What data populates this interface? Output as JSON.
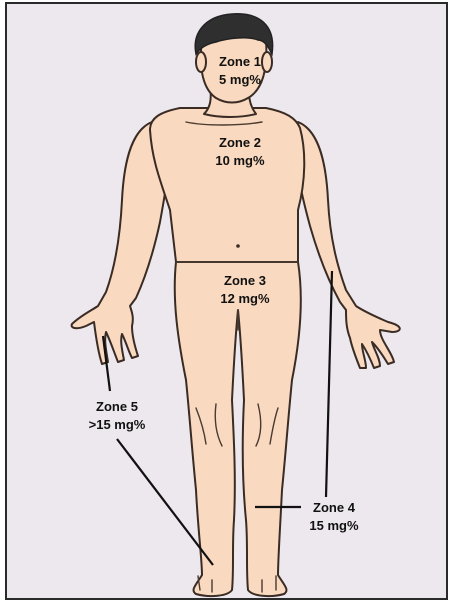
{
  "diagram": {
    "colors": {
      "background": "#ede8ee",
      "frame": "#2a2a2a",
      "skin": "#f9d9bf",
      "outline": "#3a2c24",
      "hair": "#2f2f2f",
      "text": "#111111"
    },
    "zones": [
      {
        "name": "Zone 1",
        "value": "5 mg%"
      },
      {
        "name": "Zone 2",
        "value": "10 mg%"
      },
      {
        "name": "Zone 3",
        "value": "12 mg%"
      },
      {
        "name": "Zone 4",
        "value": "15 mg%"
      },
      {
        "name": "Zone 5",
        "value": ">15 mg%"
      }
    ]
  }
}
